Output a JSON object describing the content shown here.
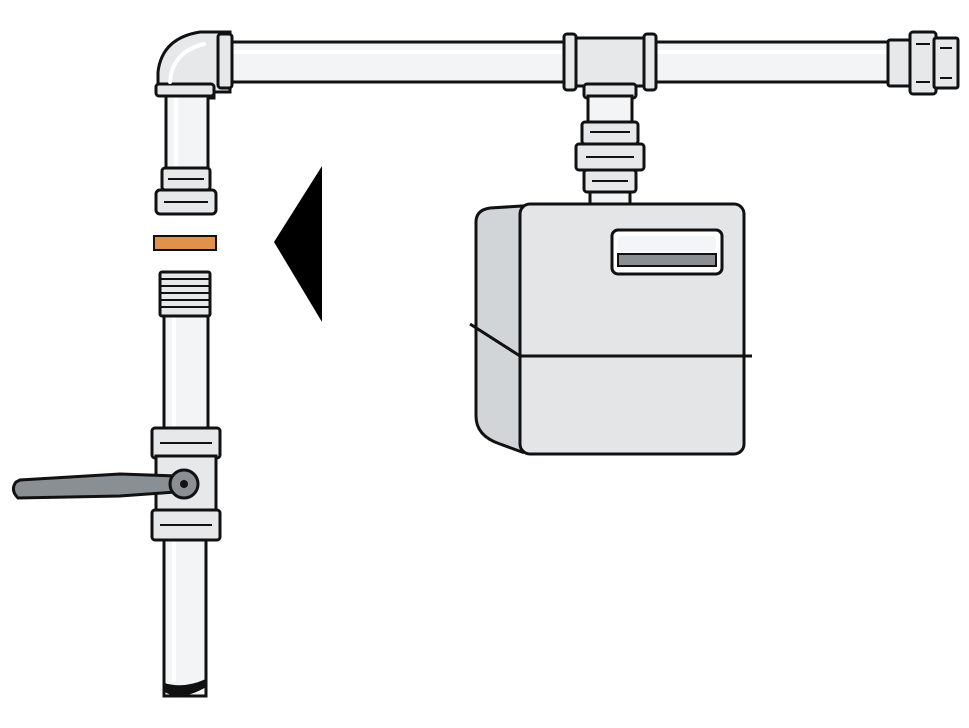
{
  "diagram": {
    "colors": {
      "outline": "#111111",
      "pipe_fill": "#f3f4f5",
      "pipe_highlight": "#ffffff",
      "fitting_fill": "#e6e8ea",
      "meter_front": "#e3e5e7",
      "meter_side": "#d2d5d8",
      "handle": "#8a8f94",
      "gasket": "#e0914a",
      "arrow": "#000000",
      "background": "#ffffff"
    },
    "components": [
      "elbow-fitting",
      "horizontal-supply-pipe",
      "tee-fitting",
      "end-union-fitting",
      "vertical-supply-pipe",
      "upper-union-nut",
      "sealing-gasket",
      "threaded-nipple",
      "ball-valve",
      "valve-lever-handle",
      "meter-drop-pipe",
      "meter-union-connector",
      "gas-meter",
      "meter-display-window",
      "direction-arrow"
    ]
  }
}
